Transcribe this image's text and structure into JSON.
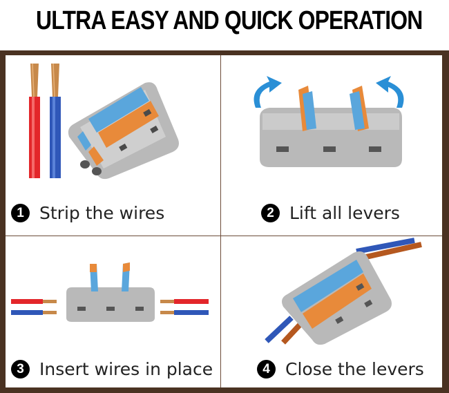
{
  "title": "ULTRA EASY AND QUICK OPERATION",
  "steps": [
    {
      "number": "1",
      "label": "Strip the wires"
    },
    {
      "number": "2",
      "label": "Lift all levers"
    },
    {
      "number": "3",
      "label": "Insert wires in place"
    },
    {
      "number": "4",
      "label": "Close the levers"
    }
  ],
  "colors": {
    "frame": "#4a3222",
    "connector_body": "#b9b9b9",
    "lever_blue": "#5aa6dc",
    "lever_orange": "#e88a3a",
    "wire_red": "#e3262a",
    "wire_blue": "#2f57b8",
    "arrow_blue": "#2a8fd6"
  }
}
